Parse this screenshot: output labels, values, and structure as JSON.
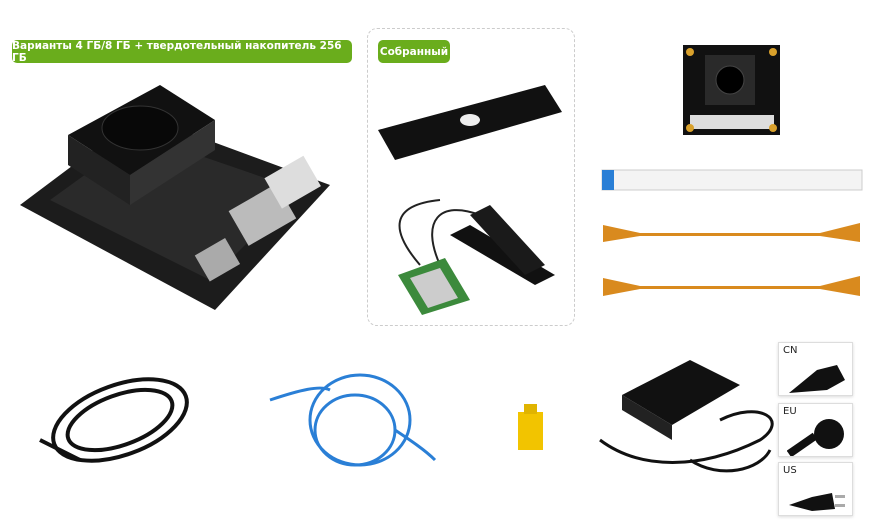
{
  "badges": {
    "variants": "Варианты 4 ГБ/8 ГБ + твердотельный накопитель 256 ГБ",
    "assembled": "Собранный"
  },
  "plugs": [
    {
      "label": "CN"
    },
    {
      "label": "EU"
    },
    {
      "label": "US"
    }
  ],
  "colors": {
    "badge": "#6aad1c",
    "cable_blue": "#2a7fd6",
    "flex_orange": "#d98a1e",
    "jumper": "#f2c400"
  }
}
